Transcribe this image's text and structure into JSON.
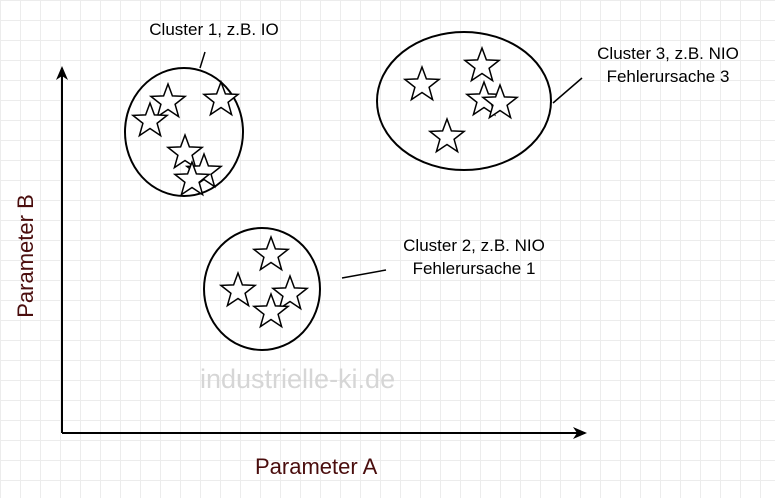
{
  "axes": {
    "x_label": "Parameter A",
    "y_label": "Parameter B"
  },
  "clusters": [
    {
      "lines": [
        "Cluster 1, z.B. IO"
      ],
      "star_count": 6
    },
    {
      "lines": [
        "Cluster 2, z.B. NIO",
        "Fehlerursache 1"
      ],
      "star_count": 4
    },
    {
      "lines": [
        "Cluster 3, z.B. NIO",
        "Fehlerursache 3"
      ],
      "star_count": 5
    }
  ],
  "watermark": "industrielle-ki.de"
}
